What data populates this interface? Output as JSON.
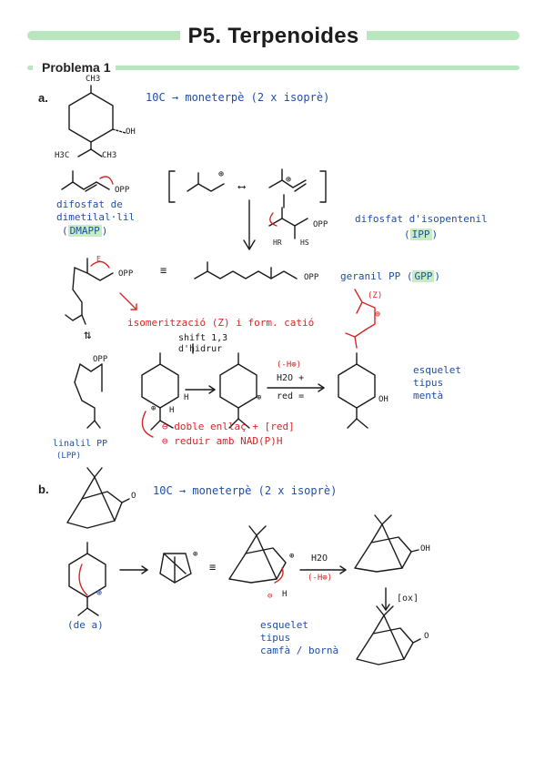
{
  "header": {
    "title": "P5. Terpenoides"
  },
  "problem": {
    "title": "Problema 1"
  },
  "part_a": {
    "label": "a.",
    "heading": "10C → moneterpè (2 x isoprè)",
    "menthol": {
      "ch3_top": "CH3",
      "oh": "OH",
      "h3c": "H3C",
      "ch3_right": "CH3"
    },
    "dmapp": {
      "opp": "OPP",
      "name_line1": "difosfat de",
      "name_line2": "dimetilal·lil",
      "abbr": "DMAPP"
    },
    "cation": {
      "plus": "⊕",
      "resonance": "⟷"
    },
    "ipp": {
      "opp": "OPP",
      "hr": "HR",
      "hs": "HS",
      "name": "difosfat d'isopentenil",
      "abbr": "IPP"
    },
    "gpp": {
      "e_label": "E",
      "opp_left": "OPP",
      "equals": "≡",
      "opp_right": "OPP",
      "name": "geranil PP",
      "abbr": "GPP",
      "z_label": "(Z)",
      "plus": "⊕"
    },
    "lpp": {
      "equilibrium": "⇅",
      "opp": "OPP",
      "name_line1": "linalil PP",
      "name_line2": "(LPP)"
    },
    "isomerization": "isomerització (Z) i form. catió",
    "shift_line1": "shift 1,3",
    "shift_line2": "d'hidrur",
    "intermediates": {
      "plus1": "⊕",
      "h1": "H",
      "h2": "H",
      "plus2": "⊕"
    },
    "reagents": {
      "line1": "(-H⊕)",
      "line2": "H2O +",
      "line3": "red ="
    },
    "product": {
      "oh": "OH"
    },
    "skeleton": {
      "line1": "esquelet",
      "line2": "tipus",
      "line3": "mentà"
    },
    "notes": {
      "line1": "⊖ doble enllaç + [red]",
      "line2": "⊖ reduir amb NAD(P)H"
    }
  },
  "part_b": {
    "label": "b.",
    "heading": "10C → moneterpè (2 x isoprè)",
    "camphor_o": "O",
    "from_a": "(de a)",
    "plus1": "⊕",
    "equals": "≡",
    "plus2": "⊕",
    "h": "H",
    "minus": "⊖",
    "reagent_top": "H2O",
    "reagent_bottom": "(-H⊕)",
    "borneol_oh": "OH",
    "ox": "[ox]",
    "skeleton": {
      "line1": "esquelet",
      "line2": "tipus",
      "line3": "camfà / bornà"
    },
    "product_o": "O"
  },
  "colors": {
    "highlight": "#b9e7bd",
    "blue_ink": "#1f4fa5",
    "red_ink": "#d92626",
    "black_ink": "#1a1a1a"
  }
}
